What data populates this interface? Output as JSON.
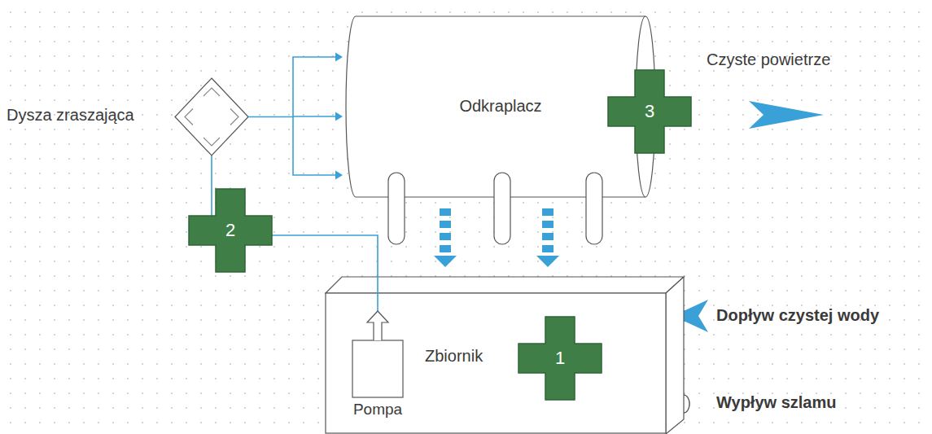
{
  "diagram": {
    "nodes": [
      {
        "text": [
          "Dysza zraszająca"
        ]
      },
      {
        "text": [
          "Odkraplacz"
        ]
      },
      {
        "text": [
          "Zbiornik"
        ]
      },
      {
        "text": [
          "Pompa"
        ],
        "in": 2
      }
    ],
    "edges": [
      {
        "from": 0,
        "to": 1,
        "arrow": "to"
      },
      {
        "from": 3,
        "to": 0,
        "arrow": "none"
      },
      {
        "from": 1,
        "to": 2,
        "arrow": "to"
      },
      {
        "from": 1,
        "to": 2,
        "arrow": "to"
      }
    ],
    "labels": [
      "3",
      "2",
      "1",
      "Czyste powietrze",
      "Dopływ czystej wody",
      "Wypływ szlamu"
    ]
  }
}
